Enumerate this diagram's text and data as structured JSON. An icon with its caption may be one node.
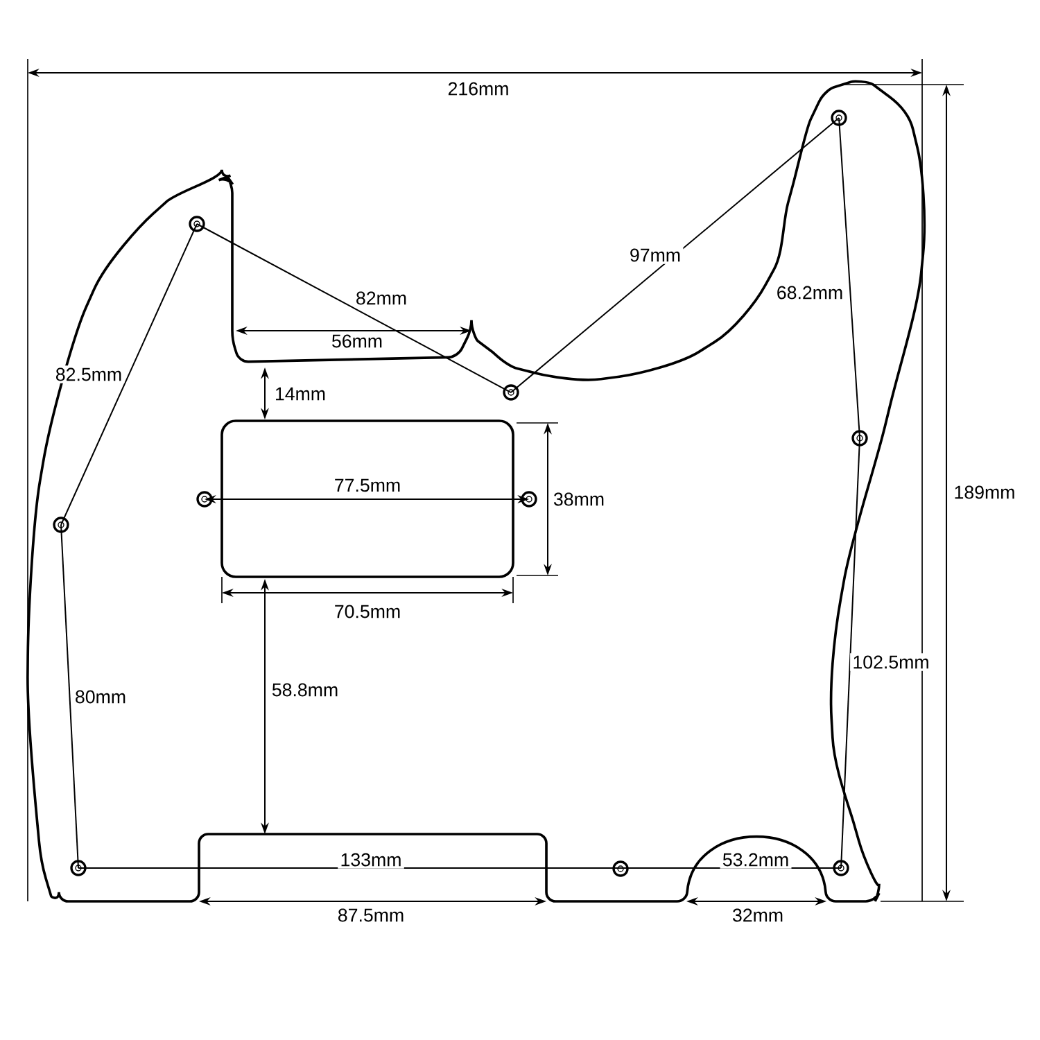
{
  "diagram": {
    "labels": [
      "216mm",
      "97mm",
      "68.2mm",
      "82mm",
      "56mm",
      "82.5mm",
      "14mm",
      "77.5mm",
      "189mm",
      "38mm",
      "70.5mm",
      "102.5mm",
      "58.8mm",
      "80mm",
      "133mm",
      "53.2mm",
      "87.5mm",
      "32mm"
    ]
  }
}
